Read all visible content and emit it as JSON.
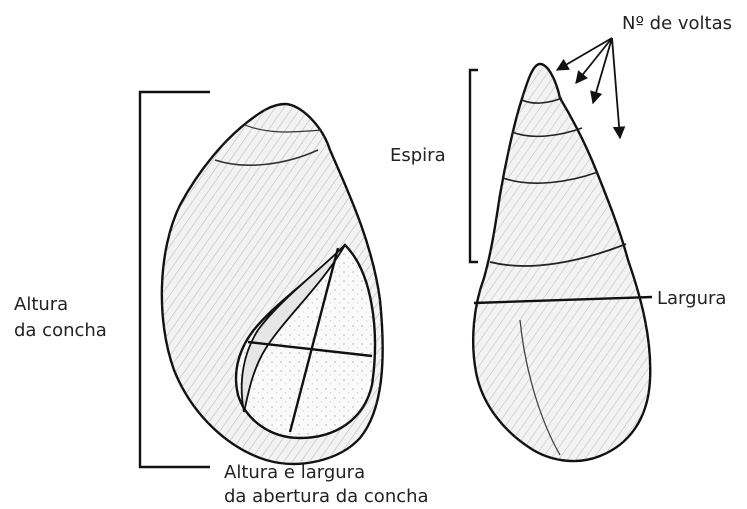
{
  "labels": {
    "turns": "Nº de voltas",
    "spire": "Espira",
    "width": "Largura",
    "shell_height_line1": "Altura",
    "shell_height_line2": "da concha",
    "aperture_line1": "Altura e largura",
    "aperture_line2": "da abertura da concha"
  },
  "colors": {
    "ink": "#111111",
    "shell_fill": "#f3f3f3",
    "shading": "#555555"
  }
}
